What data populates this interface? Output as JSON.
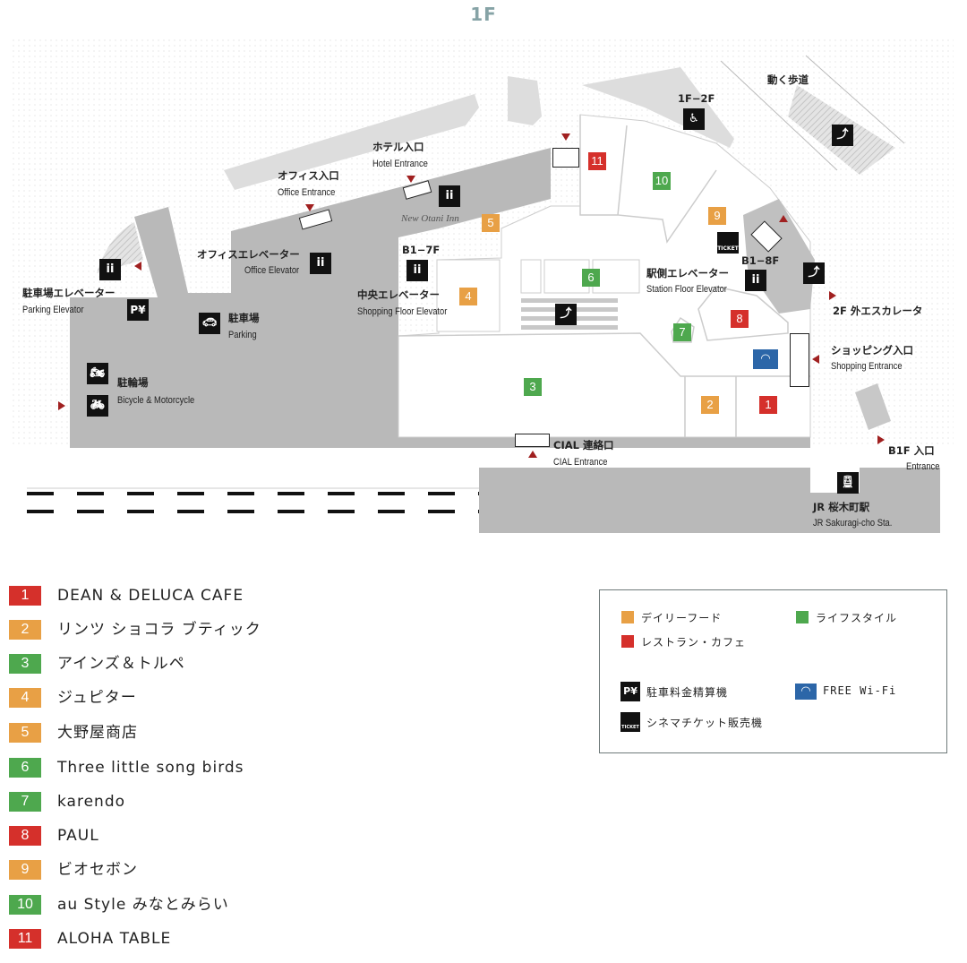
{
  "floor_title": "1F",
  "colors": {
    "daily_food": "#e8a045",
    "lifestyle": "#4ea84e",
    "restaurant_cafe": "#d5302b",
    "wifi": "#2c66a8"
  },
  "map": {
    "markers": [
      "1",
      "2",
      "3",
      "4",
      "5",
      "6",
      "7",
      "8",
      "9",
      "10",
      "11"
    ],
    "labels": {
      "moving_walkway": "動く歩道",
      "floors_1f_2f": "1F−2F",
      "hotel_entrance_jp": "ホテル入口",
      "hotel_entrance_en": "Hotel Entrance",
      "office_entrance_jp": "オフィス入口",
      "office_entrance_en": "Office Entrance",
      "new_otani_inn": "New Otani Inn",
      "floors_b1_7f": "B1−7F",
      "office_elevator_jp": "オフィスエレベーター",
      "office_elevator_en": "Office Elevator",
      "parking_elevator_jp": "駐車場エレベーター",
      "parking_elevator_en": "Parking Elevator",
      "central_elevator_jp": "中央エレベーター",
      "central_elevator_en": "Shopping Floor Elevator",
      "parking_jp": "駐車場",
      "parking_en": "Parking",
      "station_elevator_jp": "駅側エレベーター",
      "station_elevator_en": "Station Floor Elevator",
      "floors_b1_8f": "B1−8F",
      "outer_escalator_2f": "2F 外エスカレータ",
      "shopping_entrance_jp": "ショッピング入口",
      "shopping_entrance_en": "Shopping Entrance",
      "bicycle_jp": "駐輪場",
      "bicycle_en": "Bicycle & Motorcycle",
      "cial_entrance_jp": "CIAL 連絡口",
      "cial_entrance_en": "CIAL Entrance",
      "b1f_entrance_jp": "B1F 入口",
      "b1f_entrance_en": "Entrance",
      "station_jp": "JR 桜木町駅",
      "station_en": "JR Sakuragi-cho Sta.",
      "ticket_icon_text": "TICKET"
    }
  },
  "shops": [
    {
      "num": "1",
      "name": "DEAN & DELUCA CAFE",
      "category": "restaurant_cafe"
    },
    {
      "num": "2",
      "name": "リンツ ショコラ ブティック",
      "category": "daily_food"
    },
    {
      "num": "3",
      "name": "アインズ＆トルペ",
      "category": "lifestyle"
    },
    {
      "num": "4",
      "name": "ジュピター",
      "category": "daily_food"
    },
    {
      "num": "5",
      "name": "大野屋商店",
      "category": "daily_food"
    },
    {
      "num": "6",
      "name": "Three little song birds",
      "category": "lifestyle"
    },
    {
      "num": "7",
      "name": "karendo",
      "category": "lifestyle"
    },
    {
      "num": "8",
      "name": "PAUL",
      "category": "restaurant_cafe"
    },
    {
      "num": "9",
      "name": "ビオセボン",
      "category": "daily_food"
    },
    {
      "num": "10",
      "name": "au Style みなとみらい",
      "category": "lifestyle"
    },
    {
      "num": "11",
      "name": "ALOHA TABLE",
      "category": "restaurant_cafe"
    }
  ],
  "legend": {
    "daily_food": "デイリーフード",
    "lifestyle": "ライフスタイル",
    "restaurant_cafe": "レストラン・カフェ",
    "parking_payment": "駐車料金精算機",
    "free_wifi": "FREE Wi-Fi",
    "cinema_ticket": "シネマチケット販売機",
    "parking_payment_icon": "P¥"
  }
}
